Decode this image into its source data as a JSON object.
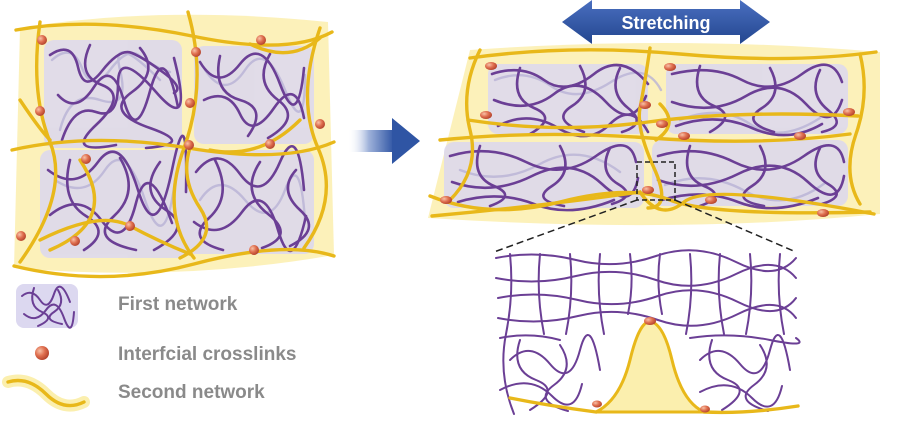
{
  "stretch_arrow": {
    "label": "Stretching",
    "color": "#2f55a4"
  },
  "legend": {
    "items": [
      {
        "label": "First network",
        "icon": "first-network-icon"
      },
      {
        "label": "Interfcial crosslinks",
        "icon": "crosslink-icon"
      },
      {
        "label": "Second network",
        "icon": "second-network-icon"
      }
    ]
  },
  "colors": {
    "first_network": "#6b3f95",
    "first_network_shadow": "#b9b3d6",
    "network_fill": "#dcd8f0",
    "second_network": "#e8b81a",
    "second_network_glow": "#fbefae",
    "crosslink": "#d9664a",
    "arrow_gradient_end": "#2f55a4"
  }
}
